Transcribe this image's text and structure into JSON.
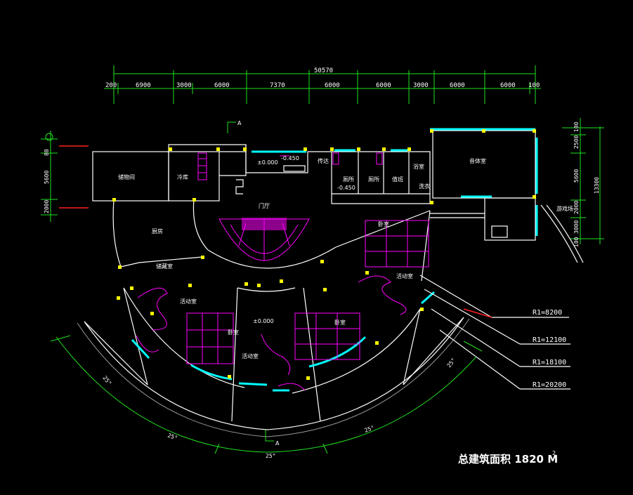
{
  "drawing": {
    "top_dimensions": {
      "total": "50570",
      "segments": [
        "200",
        "6900",
        "3000",
        "6000",
        "7370",
        "6000",
        "6000",
        "3000",
        "6000",
        "6000",
        "100"
      ]
    },
    "right_dimensions": {
      "total": "13300",
      "segments": [
        "100",
        "2500",
        "5600",
        "2000",
        "3000",
        "100"
      ]
    },
    "left_dimensions": {
      "segments": [
        "80",
        "5600",
        "2000"
      ]
    },
    "section_marks": [
      "A",
      "A"
    ],
    "elevation_marks": [
      "±0.000",
      "±0.000",
      "-0.450",
      "-0.450"
    ],
    "rooms": [
      {
        "id": "storage",
        "label": "储物间"
      },
      {
        "id": "cold",
        "label": "冷库"
      },
      {
        "id": "lobby",
        "label": "门厅"
      },
      {
        "id": "duty",
        "label": "传达"
      },
      {
        "id": "wc-a",
        "label": "厕所"
      },
      {
        "id": "wc-b",
        "label": "厕所"
      },
      {
        "id": "duty-b",
        "label": "值班"
      },
      {
        "id": "shower",
        "label": "浴室"
      },
      {
        "id": "laundry",
        "label": "洗衣"
      },
      {
        "id": "music",
        "label": "音体室"
      },
      {
        "id": "kitchen",
        "label": "厨房"
      },
      {
        "id": "bedroom-a",
        "label": "卧室"
      },
      {
        "id": "bedroom-b",
        "label": "卧室"
      },
      {
        "id": "bedroom-c",
        "label": "卧室"
      },
      {
        "id": "activity-a",
        "label": "活动室"
      },
      {
        "id": "activity-b",
        "label": "活动室"
      },
      {
        "id": "activity-c",
        "label": "活动室"
      },
      {
        "id": "store-food",
        "label": "储藏室"
      },
      {
        "id": "playground",
        "label": "游戏场"
      }
    ],
    "radii": [
      "R1=8200",
      "R1=12100",
      "R1=18100",
      "R1=20200"
    ],
    "arc_angles": [
      "25°",
      "25°",
      "25°",
      "25°",
      "25°"
    ],
    "footer": {
      "label": "总建筑面积  1820",
      "unit": "M",
      "sup": "2"
    }
  },
  "colors": {
    "background": "#000000",
    "dimension": "#1fe21f",
    "wall": "#ffffff",
    "column": "#ffff00",
    "window": "#00ffff",
    "furniture": "#ff00ff",
    "axis": "#ff2020"
  }
}
